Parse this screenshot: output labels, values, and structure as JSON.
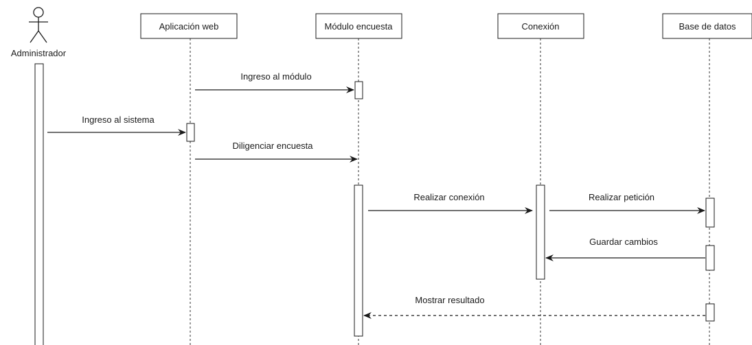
{
  "actor": {
    "label": "Administrador"
  },
  "participants": [
    {
      "label": "Aplicación web"
    },
    {
      "label": "Módulo encuesta"
    },
    {
      "label": "Conexión"
    },
    {
      "label": "Base de datos"
    }
  ],
  "messages": [
    {
      "label": "Ingreso al módulo",
      "style": "solid"
    },
    {
      "label": "Ingreso al sistema",
      "style": "solid"
    },
    {
      "label": "Diligenciar encuesta",
      "style": "solid"
    },
    {
      "label": "Realizar conexión",
      "style": "solid"
    },
    {
      "label": "Realizar petición",
      "style": "solid"
    },
    {
      "label": "Guardar cambios",
      "style": "solid"
    },
    {
      "label": "Mostrar resultado",
      "style": "dashed"
    }
  ]
}
